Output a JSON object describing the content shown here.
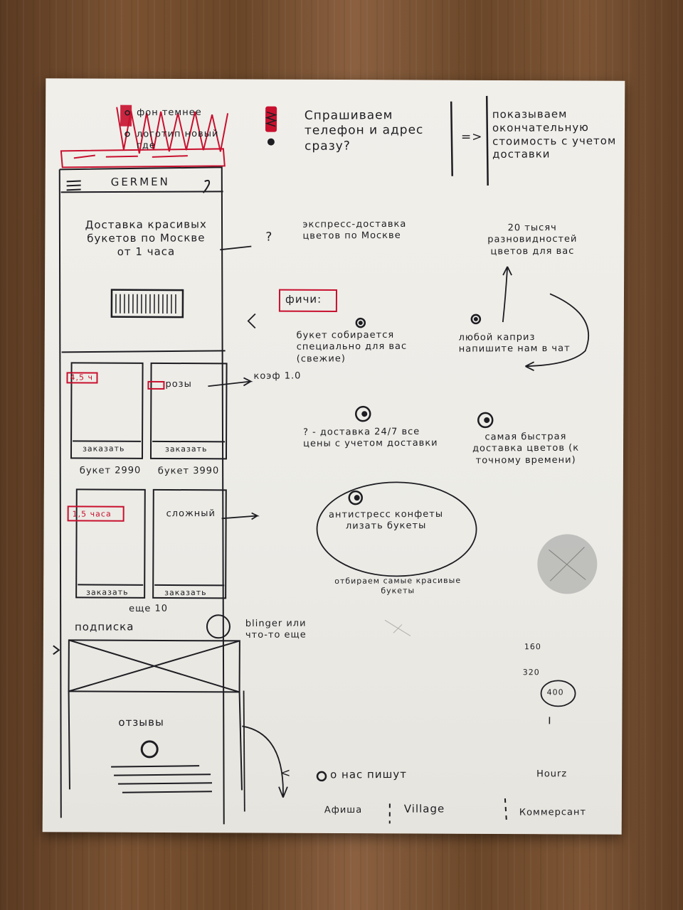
{
  "top_notes": {
    "red_note_1": "фон темнее",
    "red_note_2": "логотип новый где",
    "question": "Спрашиваем телефон и адрес сразу?",
    "arrow": "=>",
    "answer": "показываем окончательную стоимость с учетом доставки"
  },
  "phone": {
    "brand": "GERMEN",
    "hero_text": "Доставка красивых букетов по Москве от 1 часа",
    "products": [
      {
        "badge": "4,5 ч",
        "button": "заказать",
        "caption": "букет 2990"
      },
      {
        "badge": "розы",
        "button": "заказать",
        "caption": "букет 3990"
      },
      {
        "badge": "1,5 часа",
        "button": "заказать",
        "caption": ""
      },
      {
        "badge": "сложный",
        "button": "заказать",
        "caption": ""
      }
    ],
    "more": "еще 10",
    "subscribe": "подписка",
    "reviews": "отзывы"
  },
  "side_notes": {
    "coef": "коэф 1.0",
    "alt_hero": "экспресс-доставка цветов по Москве",
    "alt_q": "?",
    "thousands": "20 тысяч разновидностей цветов для вас",
    "features_label": "фичи:",
    "feature_1": "букет собирается специально для вас (свежие)",
    "feature_2": "любой каприз напишите нам в чат",
    "feature_3": "? - доставка 24/7 все цены с учетом доставки",
    "feature_4": "самая быстрая доставка цветов (к точному времени)",
    "feature_5": "антистресс конфеты лизать букеты",
    "feature_5_caption": "отбираем самые красивые букеты",
    "blinger": "blinger или что-то еще",
    "num_160": "160",
    "num_320": "320",
    "num_400": "400",
    "press_title": "о нас пишут",
    "press_1": "Афиша",
    "press_2": "Village",
    "press_3": "Коммерсант",
    "press_4": "Hourz",
    "chev": "<"
  }
}
